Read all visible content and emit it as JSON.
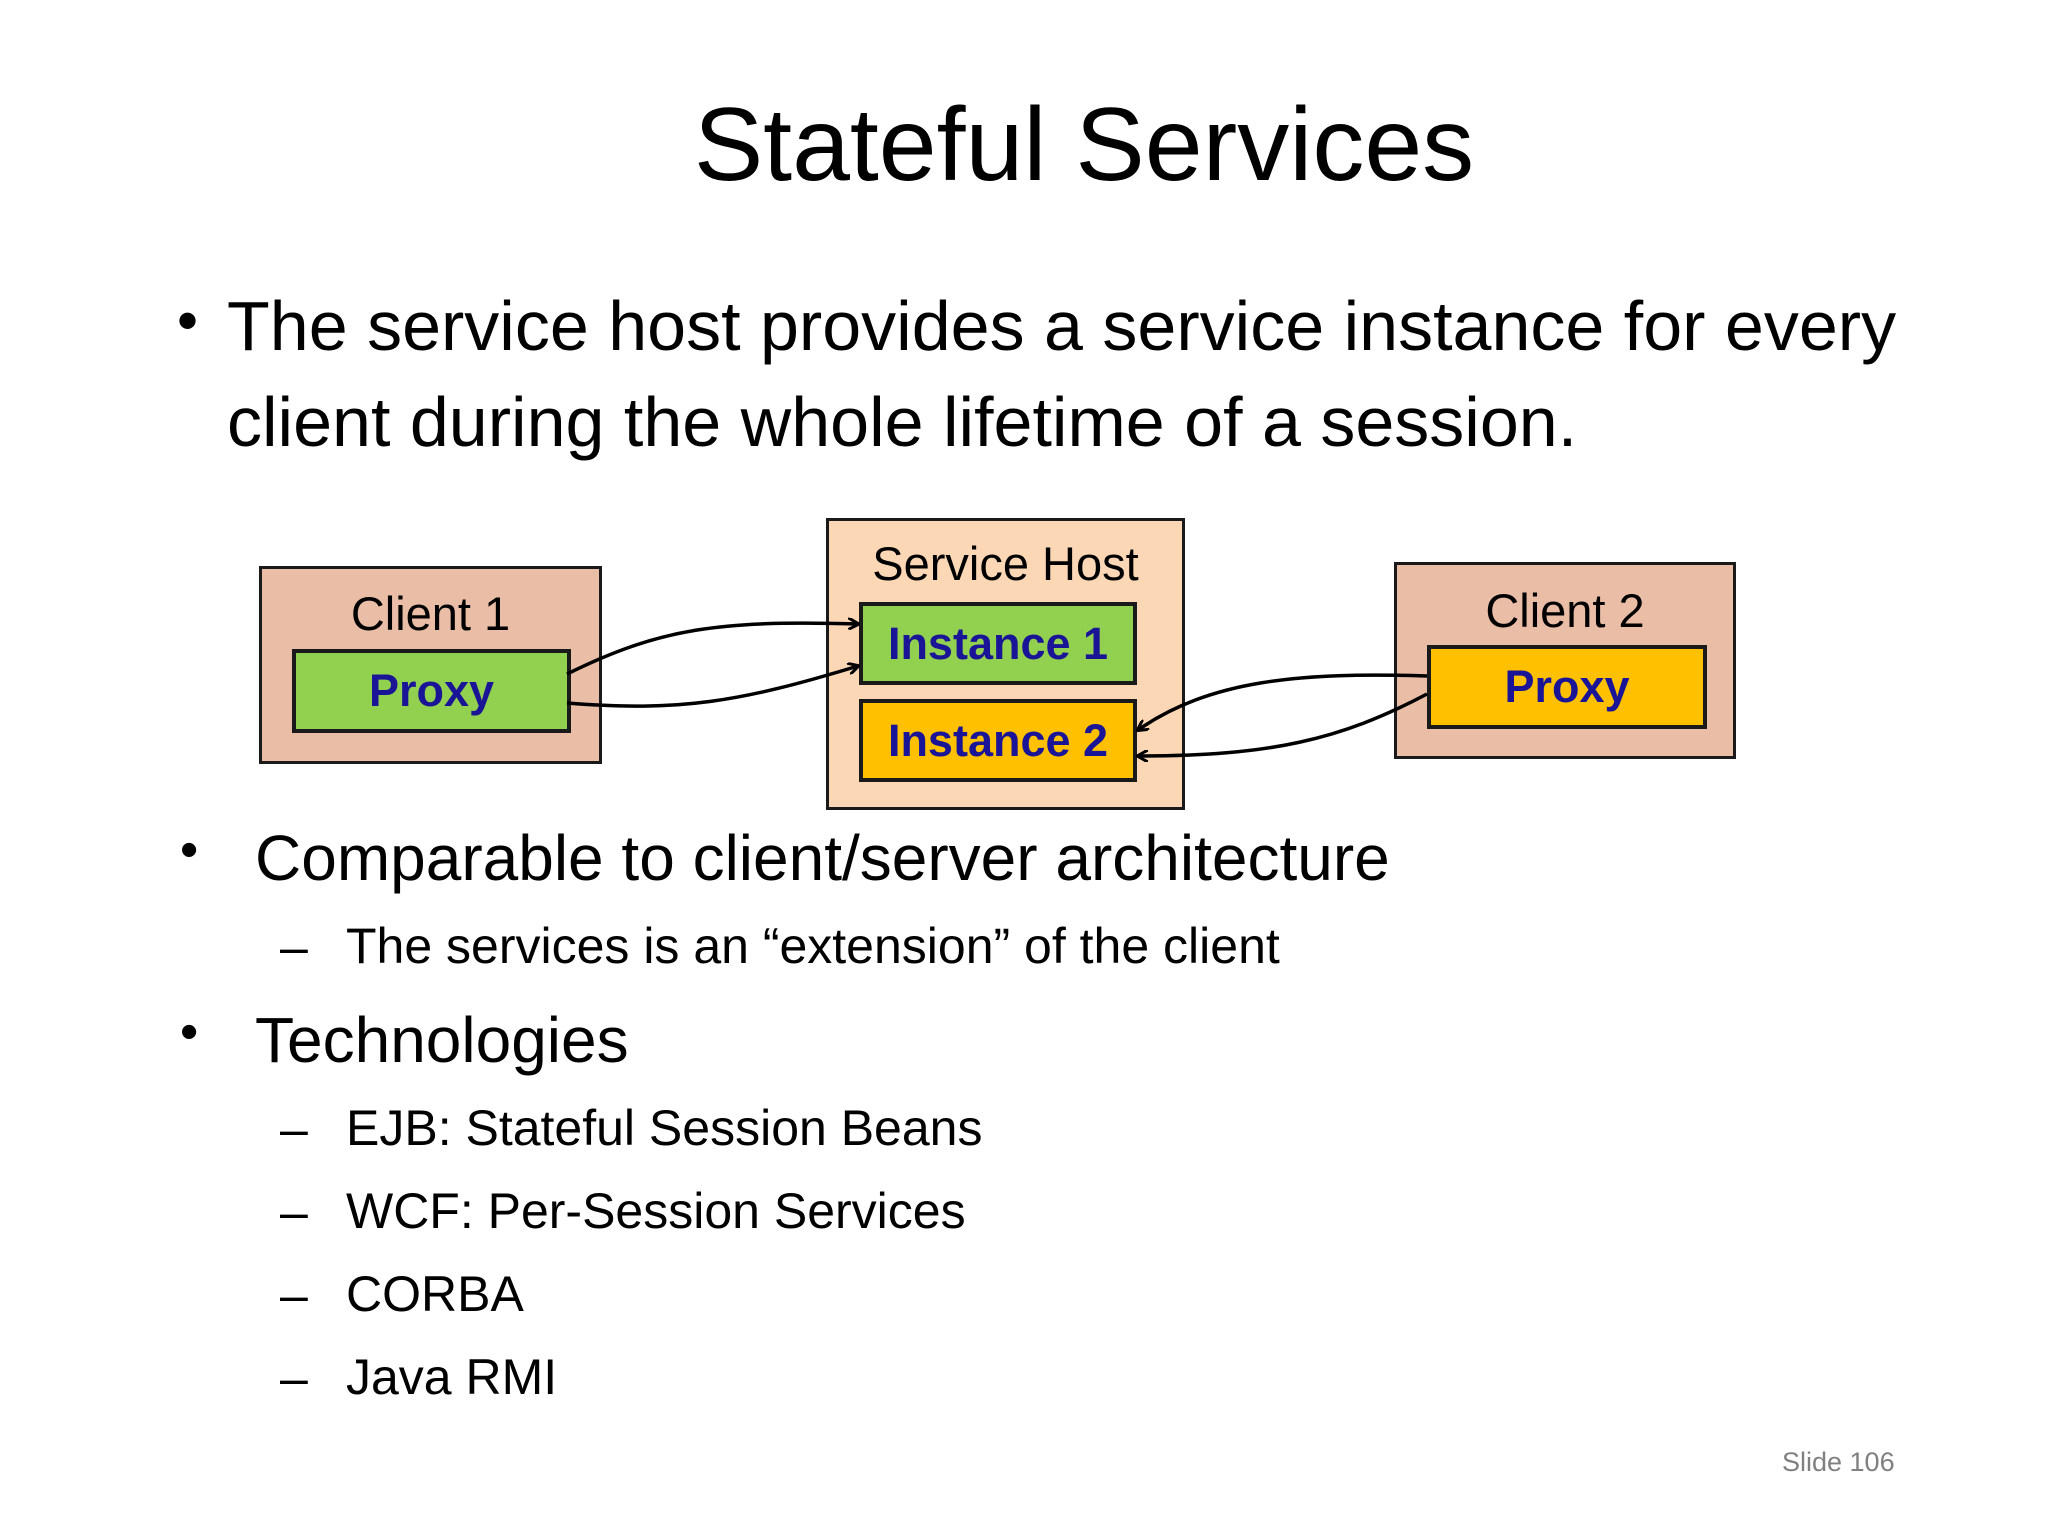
{
  "slide": {
    "title": "Stateful Services",
    "intro_bullet": "The service host provides a service instance for every client during the whole lifetime of a session.",
    "bullets": [
      {
        "text": "Comparable to client/server architecture",
        "sub": [
          "The services is an “extension” of the client"
        ]
      },
      {
        "text": "Technologies",
        "sub": [
          "EJB: Stateful Session Beans",
          "WCF: Per-Session Services",
          "CORBA",
          "Java RMI"
        ]
      }
    ],
    "slide_number": "Slide 106"
  },
  "diagram": {
    "client1": {
      "label": "Client 1",
      "proxy": "Proxy"
    },
    "host": {
      "label": "Service Host",
      "instance1": "Instance 1",
      "instance2": "Instance 2"
    },
    "client2": {
      "label": "Client 2",
      "proxy": "Proxy"
    },
    "colors": {
      "client_box": "#e9bda6",
      "host_box": "#fcd7b6",
      "client1_fill": "#92d050",
      "client2_fill": "#ffc000",
      "inner_text": "#1a1496"
    }
  }
}
